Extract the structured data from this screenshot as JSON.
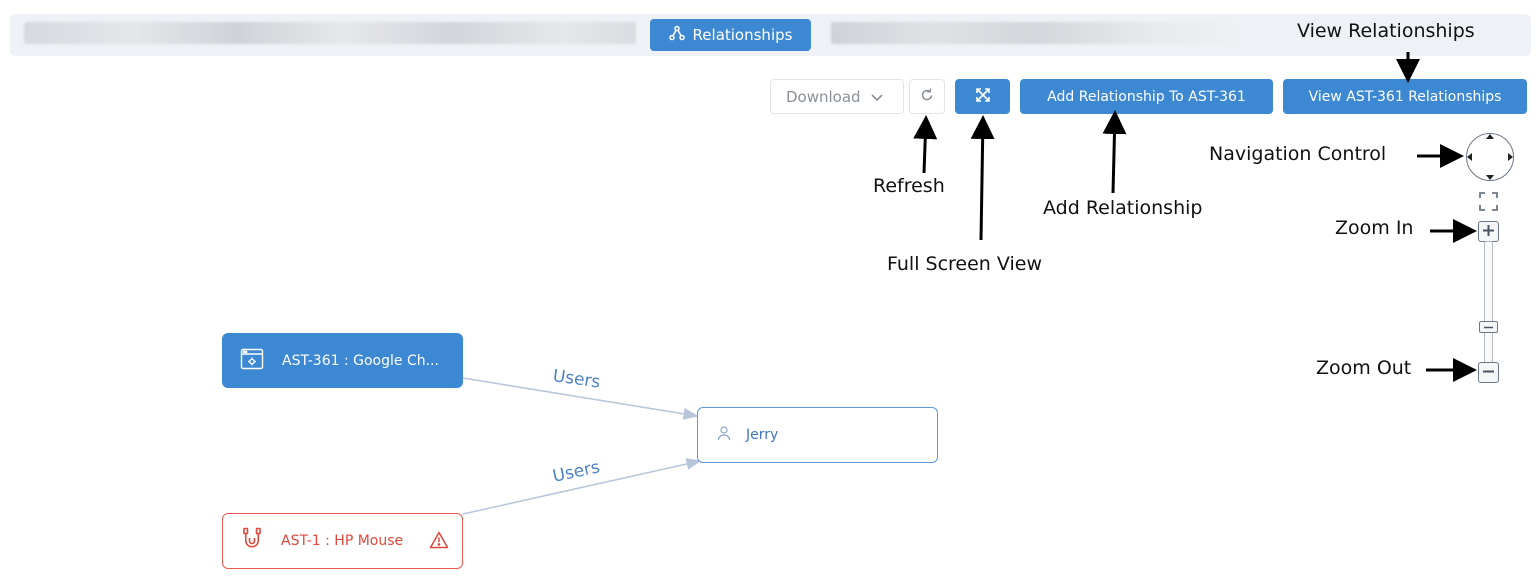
{
  "tabs": {
    "active_label": "Relationships"
  },
  "toolbar": {
    "download_label": "Download",
    "add_relationship_label": "Add Relationship To AST-361",
    "view_relationships_label": "View AST-361 Relationships"
  },
  "annotations": {
    "view_relationships": "View Relationships",
    "navigation_control": "Navigation Control",
    "refresh": "Refresh",
    "add_relationship": "Add Relationship",
    "zoom_in": "Zoom In",
    "full_screen_view": "Full Screen View",
    "zoom_out": "Zoom Out"
  },
  "graph": {
    "nodes": [
      {
        "label": "AST-361 : Google Ch...",
        "icon": "application-icon"
      },
      {
        "label": "Jerry",
        "icon": "user-icon"
      },
      {
        "label": "AST-1 : HP Mouse",
        "icon": "mouse-icon",
        "warning_icon": "warning-icon"
      }
    ],
    "edges": [
      {
        "label": "Users"
      },
      {
        "label": "Users"
      }
    ]
  },
  "colors": {
    "primary": "#3d88d3",
    "danger": "#e0483d",
    "edge": "#b7c6da"
  }
}
